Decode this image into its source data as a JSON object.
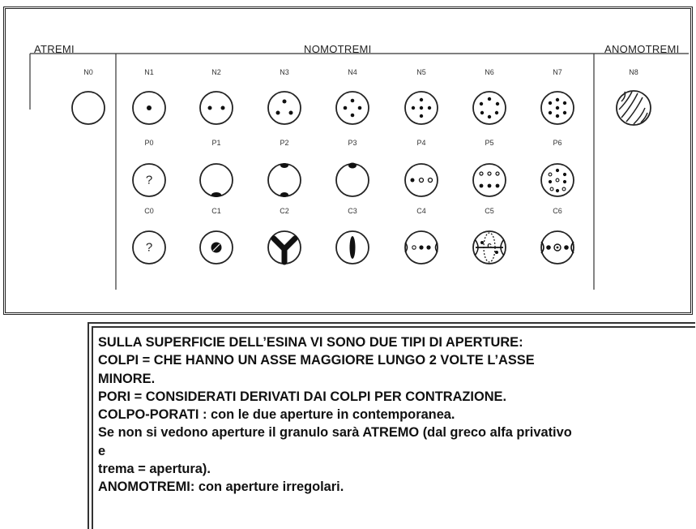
{
  "figure": {
    "group_headers": {
      "atremi": "ATREMI",
      "nomotremi": "NOMOTREMI",
      "anomotremi": "ANOMOTREMI"
    },
    "rows": [
      {
        "row": "N",
        "cells": [
          "N0",
          "N1",
          "N2",
          "N3",
          "N4",
          "N5",
          "N6",
          "N7",
          "N8"
        ]
      },
      {
        "row": "P",
        "cells": [
          "P0",
          "P1",
          "P2",
          "P3",
          "P4",
          "P5",
          "P6"
        ]
      },
      {
        "row": "C",
        "cells": [
          "C0",
          "C1",
          "C2",
          "C3",
          "C4",
          "C5",
          "C6"
        ]
      }
    ],
    "unknown_mark": "?",
    "c5_mark": "c"
  },
  "description": {
    "lines": [
      "SULLA SUPERFICIE DELL’ESINA VI SONO DUE TIPI DI APERTURE:",
      "COLPI = CHE HANNO UN ASSE MAGGIORE LUNGO 2 VOLTE L’ASSE",
      "MINORE.",
      "PORI = CONSIDERATI DERIVATI DAI COLPI  PER CONTRAZIONE.",
      "COLPO-PORATI : con le due aperture in contemporanea.",
      "Se non si vedono aperture il granulo sarà ATREMO (dal greco alfa privativo",
      "e",
      "trema = apertura).",
      "ANOMOTREMI: con aperture irregolari."
    ]
  }
}
